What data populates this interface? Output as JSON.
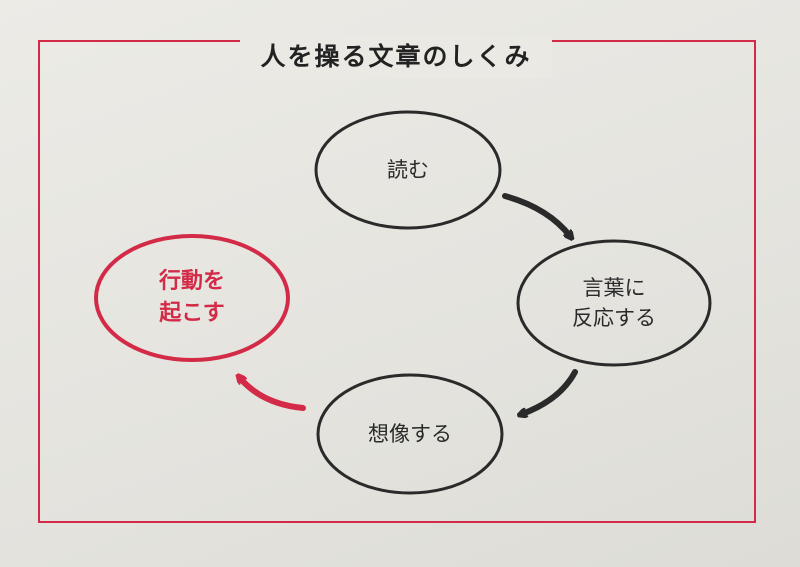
{
  "title": "人を操る文章のしくみ",
  "colors": {
    "accent": "#d32a47",
    "ink": "#2a2a2a"
  },
  "nodes": [
    {
      "id": "read",
      "label": "読む",
      "accent": false
    },
    {
      "id": "react",
      "label": "言葉に\n反応する",
      "accent": false
    },
    {
      "id": "imagine",
      "label": "想像する",
      "accent": false
    },
    {
      "id": "act",
      "label": "行動を\n起こす",
      "accent": true
    }
  ],
  "edges": [
    {
      "from": "read",
      "to": "react"
    },
    {
      "from": "react",
      "to": "imagine"
    },
    {
      "from": "imagine",
      "to": "act"
    }
  ]
}
